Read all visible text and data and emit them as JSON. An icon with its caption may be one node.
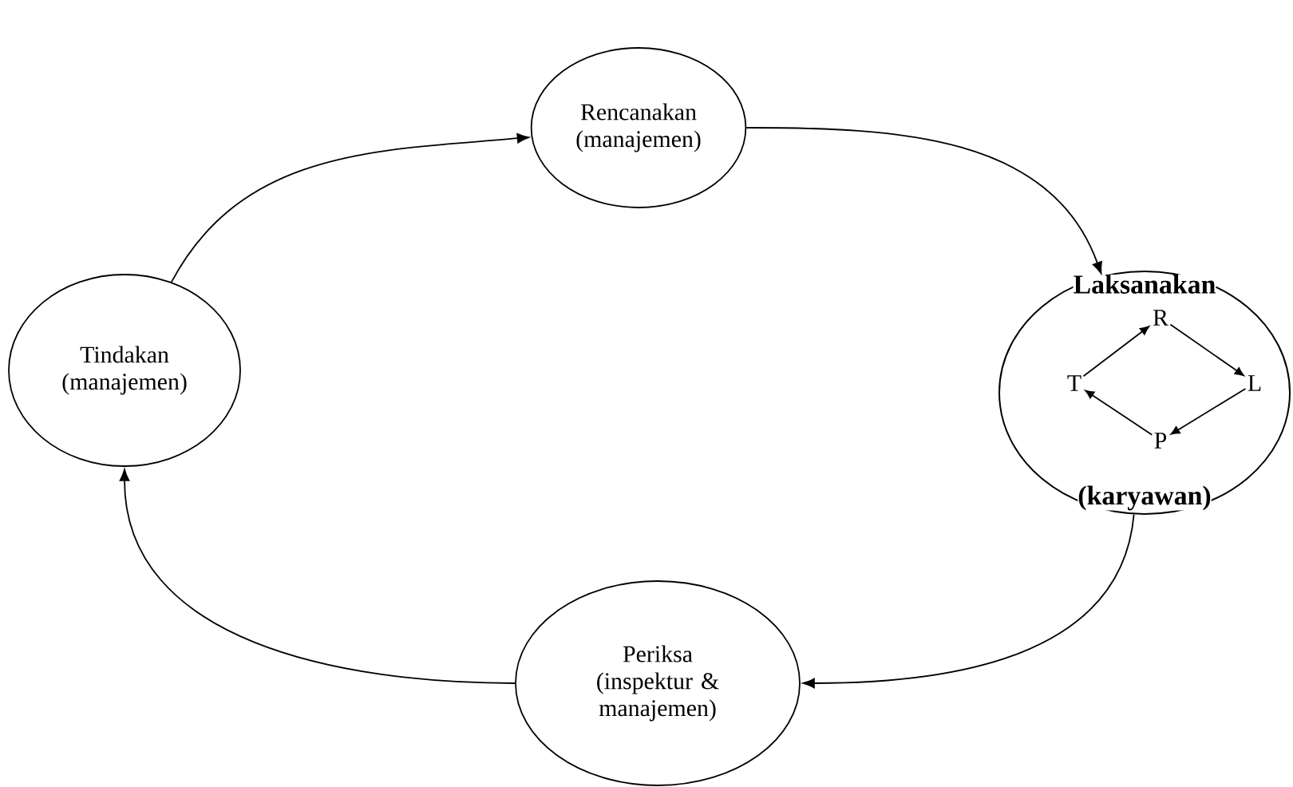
{
  "diagram": {
    "nodes": [
      {
        "text": [
          "Rencanakan (manajemen)"
        ]
      },
      {
        "text": [
          "Tindakan (manajemen)"
        ]
      },
      {
        "text": [
          "Laksanakan",
          "(karyawan)"
        ]
      },
      {
        "text": [
          "R"
        ],
        "in": 2
      },
      {
        "text": [
          "T"
        ],
        "in": 2
      },
      {
        "text": [
          "L"
        ],
        "in": 2
      },
      {
        "text": [
          "P"
        ],
        "in": 2
      },
      {
        "text": [
          "Periksa (inspektur & manajemen)"
        ]
      }
    ],
    "edges": [
      {
        "from": 1,
        "to": 0,
        "arrow": "to"
      },
      {
        "from": 0,
        "to": 2,
        "arrow": "to"
      },
      {
        "from": 2,
        "to": 7,
        "arrow": "to"
      },
      {
        "from": 7,
        "to": 1,
        "arrow": "to"
      },
      {
        "from": 4,
        "to": 3,
        "arrow": "to"
      },
      {
        "from": 3,
        "to": 5,
        "arrow": "to"
      },
      {
        "from": 5,
        "to": 6,
        "arrow": "to"
      },
      {
        "from": 6,
        "to": 4,
        "arrow": "to"
      }
    ]
  }
}
